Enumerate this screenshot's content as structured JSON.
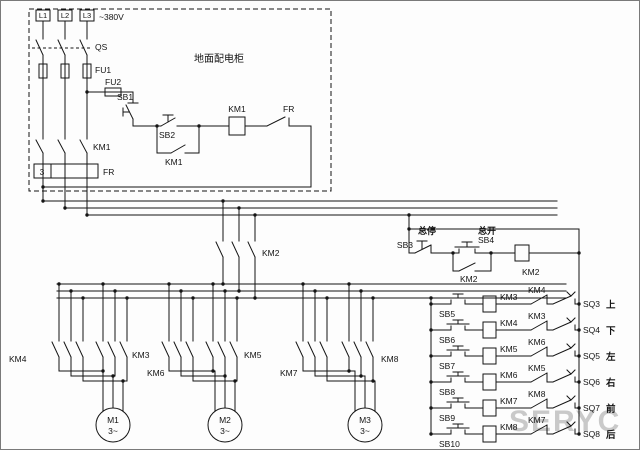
{
  "power": {
    "l1": "L1",
    "l2": "L2",
    "l3": "L3",
    "voltage": "~380V",
    "qs": "QS",
    "fu1": "FU1",
    "km1_main": "KM1",
    "fr_count": "3",
    "fr": "FR"
  },
  "cabinet": {
    "title": "地面配电柜",
    "fu2": "FU2",
    "sb1": "SB1",
    "sb2": "SB2",
    "km1_hold": "KM1",
    "km1_coil": "KM1",
    "fr_contact": "FR"
  },
  "master": {
    "km2_main": "KM2",
    "stop_caption": "总停",
    "sb3": "SB3",
    "start_caption": "总开",
    "sb4": "SB4",
    "km2_aux": "KM2",
    "km2_coil": "KM2"
  },
  "groups": [
    {
      "left": "KM4",
      "right": "KM3"
    },
    {
      "left": "KM6",
      "right": "KM5"
    },
    {
      "left": "KM7",
      "right": "KM8"
    }
  ],
  "motors": [
    {
      "name": "M1",
      "phase": "3~"
    },
    {
      "name": "M2",
      "phase": "3~"
    },
    {
      "name": "M3",
      "phase": "3~"
    }
  ],
  "rows": [
    {
      "button": "SB5",
      "coil": "KM3",
      "interlock": "KM4",
      "limit": "SQ3",
      "direction": "上"
    },
    {
      "button": "SB6",
      "coil": "KM4",
      "interlock": "KM3",
      "limit": "SQ4",
      "direction": "下"
    },
    {
      "button": "SB7",
      "coil": "KM5",
      "interlock": "KM6",
      "limit": "SQ5",
      "direction": "左"
    },
    {
      "button": "SB8",
      "coil": "KM6",
      "interlock": "KM5",
      "limit": "SQ6",
      "direction": "右"
    },
    {
      "button": "SB9",
      "coil": "KM7",
      "interlock": "KM8",
      "limit": "SQ7",
      "direction": "前"
    },
    {
      "button": "SB10",
      "coil": "KM8",
      "interlock": "KM7",
      "limit": "SQ8",
      "direction": "后"
    }
  ],
  "watermark": "SERYC"
}
